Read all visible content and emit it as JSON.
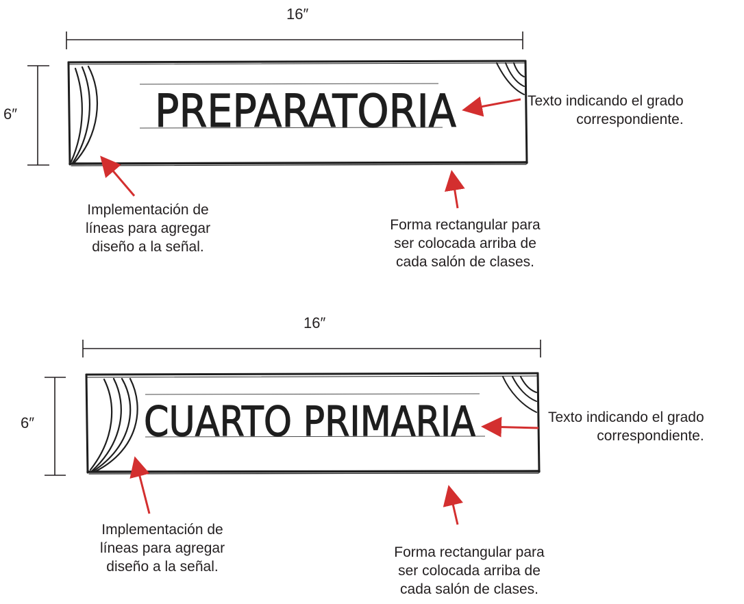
{
  "colors": {
    "arrow": "#d32f2f",
    "sketch": "#1e1e1e",
    "text": "#231f20"
  },
  "signs": [
    {
      "width_label": "16″",
      "height_label": "6″",
      "sign_text": "PREPARATORIA",
      "grade_note": [
        "Texto indicando el grado",
        "correspondiente."
      ],
      "lines_note": [
        "Implementación de",
        "líneas para agregar",
        "diseño a la señal."
      ],
      "shape_note": [
        "Forma rectangular para",
        "ser colocada arriba de",
        "cada salón de clases."
      ]
    },
    {
      "width_label": "16″",
      "height_label": "6″",
      "sign_text": "CUARTO PRIMARIA",
      "grade_note": [
        "Texto indicando el grado",
        "correspondiente."
      ],
      "lines_note": [
        "Implementación de",
        "líneas para agregar",
        "diseño a la señal."
      ],
      "shape_note": [
        "Forma rectangular para",
        "ser colocada arriba de",
        "cada salón de clases."
      ]
    }
  ]
}
